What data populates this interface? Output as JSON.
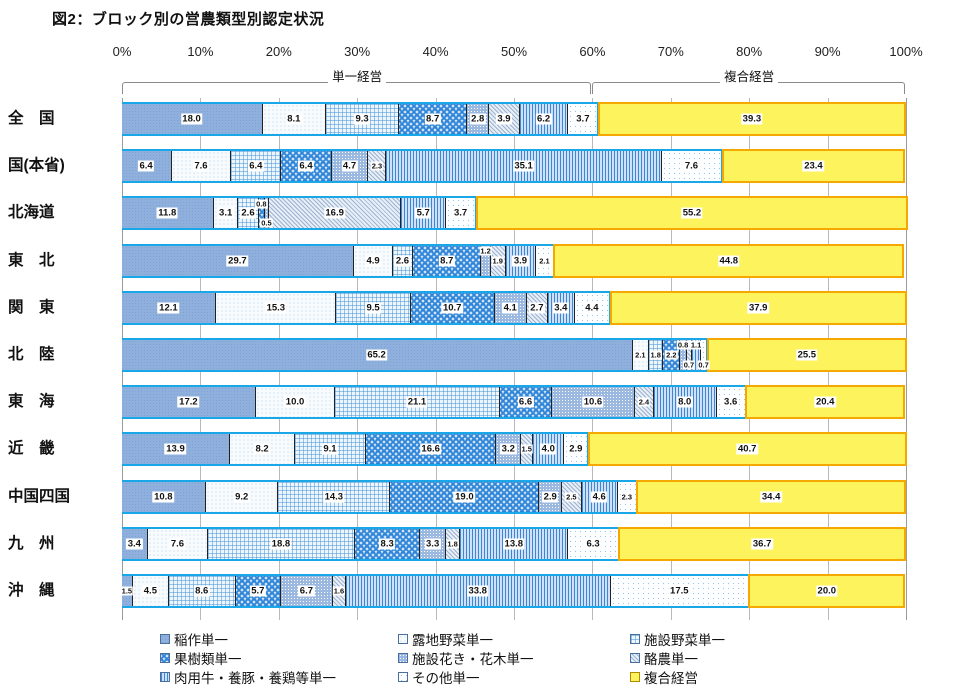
{
  "figure": {
    "title": "図2：ブロック別の営農類型別認定状況"
  },
  "axis": {
    "ticks": [
      "0%",
      "10%",
      "20%",
      "30%",
      "40%",
      "50%",
      "60%",
      "70%",
      "80%",
      "90%",
      "100%"
    ],
    "tick_values": [
      0,
      10,
      20,
      30,
      40,
      50,
      60,
      70,
      80,
      90,
      100
    ],
    "grid": true
  },
  "groups": [
    {
      "label": "単一経営",
      "start": 0,
      "end": 60
    },
    {
      "label": "複合経営",
      "start": 60,
      "end": 100
    }
  ],
  "legend": {
    "columns": [
      [
        "稲作単一",
        "果樹類単一",
        "肉用牛・養豚・養鶏等単一"
      ],
      [
        "露地野菜単一",
        "施設花き・花木単一",
        "その他単一"
      ],
      [
        "施設野菜単一",
        "酪農単一",
        "複合経営"
      ]
    ],
    "order": [
      "稲作単一",
      "露地野菜単一",
      "施設野菜単一",
      "果樹類単一",
      "施設花き・花木単一",
      "酪農単一",
      "肉用牛・養豚・養鶏等単一",
      "その他単一",
      "複合経営"
    ]
  },
  "colors": {
    "single_border": "#1aa7e8",
    "multi_border": "#f5a800",
    "multi_fill": "#fdf35c",
    "grid": "#b9b9b9"
  },
  "chart_data": {
    "type": "bar",
    "orientation": "horizontal",
    "stacked": true,
    "normalized_percent": true,
    "title": "図2：ブロック別の営農類型別認定状況",
    "xlabel": "",
    "ylabel": "",
    "xlim": [
      0,
      100
    ],
    "grid": true,
    "legend_position": "bottom",
    "categories": [
      "全　国",
      "国(本省)",
      "北海道",
      "東　北",
      "関　東",
      "北　陸",
      "東　海",
      "近　畿",
      "中国四国",
      "九　州",
      "沖　縄"
    ],
    "series": [
      {
        "name": "稲作単一",
        "values": [
          18.0,
          6.4,
          11.8,
          29.7,
          12.1,
          65.2,
          17.2,
          13.9,
          10.8,
          3.4,
          1.5
        ]
      },
      {
        "name": "露地野菜単一",
        "values": [
          8.1,
          7.6,
          3.1,
          4.9,
          15.3,
          2.1,
          10.0,
          8.2,
          9.2,
          7.6,
          4.5
        ]
      },
      {
        "name": "施設野菜単一",
        "values": [
          9.3,
          6.4,
          2.6,
          2.6,
          9.5,
          1.8,
          21.1,
          9.1,
          14.3,
          18.8,
          8.6
        ]
      },
      {
        "name": "果樹類単一",
        "values": [
          8.7,
          6.4,
          0.8,
          8.7,
          10.7,
          2.2,
          6.6,
          16.6,
          19.0,
          8.3,
          5.7
        ]
      },
      {
        "name": "施設花き・花木単一",
        "values": [
          2.8,
          4.7,
          0.5,
          1.2,
          4.1,
          0.8,
          10.6,
          3.2,
          2.9,
          3.3,
          6.7
        ]
      },
      {
        "name": "酪農単一",
        "values": [
          3.9,
          2.3,
          16.9,
          1.9,
          2.7,
          0.7,
          2.4,
          1.5,
          2.5,
          1.8,
          1.6
        ]
      },
      {
        "name": "肉用牛・養豚・養鶏等単一",
        "values": [
          6.2,
          35.1,
          5.7,
          3.9,
          3.4,
          1.1,
          8.0,
          4.0,
          4.6,
          13.8,
          33.8
        ]
      },
      {
        "name": "その他単一",
        "values": [
          3.7,
          7.6,
          3.7,
          2.1,
          4.4,
          0.7,
          3.6,
          2.9,
          2.3,
          6.3,
          17.5
        ]
      },
      {
        "name": "複合経営",
        "values": [
          39.3,
          23.4,
          55.2,
          44.8,
          37.9,
          25.5,
          20.4,
          40.7,
          34.4,
          36.7,
          20.0
        ]
      }
    ]
  }
}
